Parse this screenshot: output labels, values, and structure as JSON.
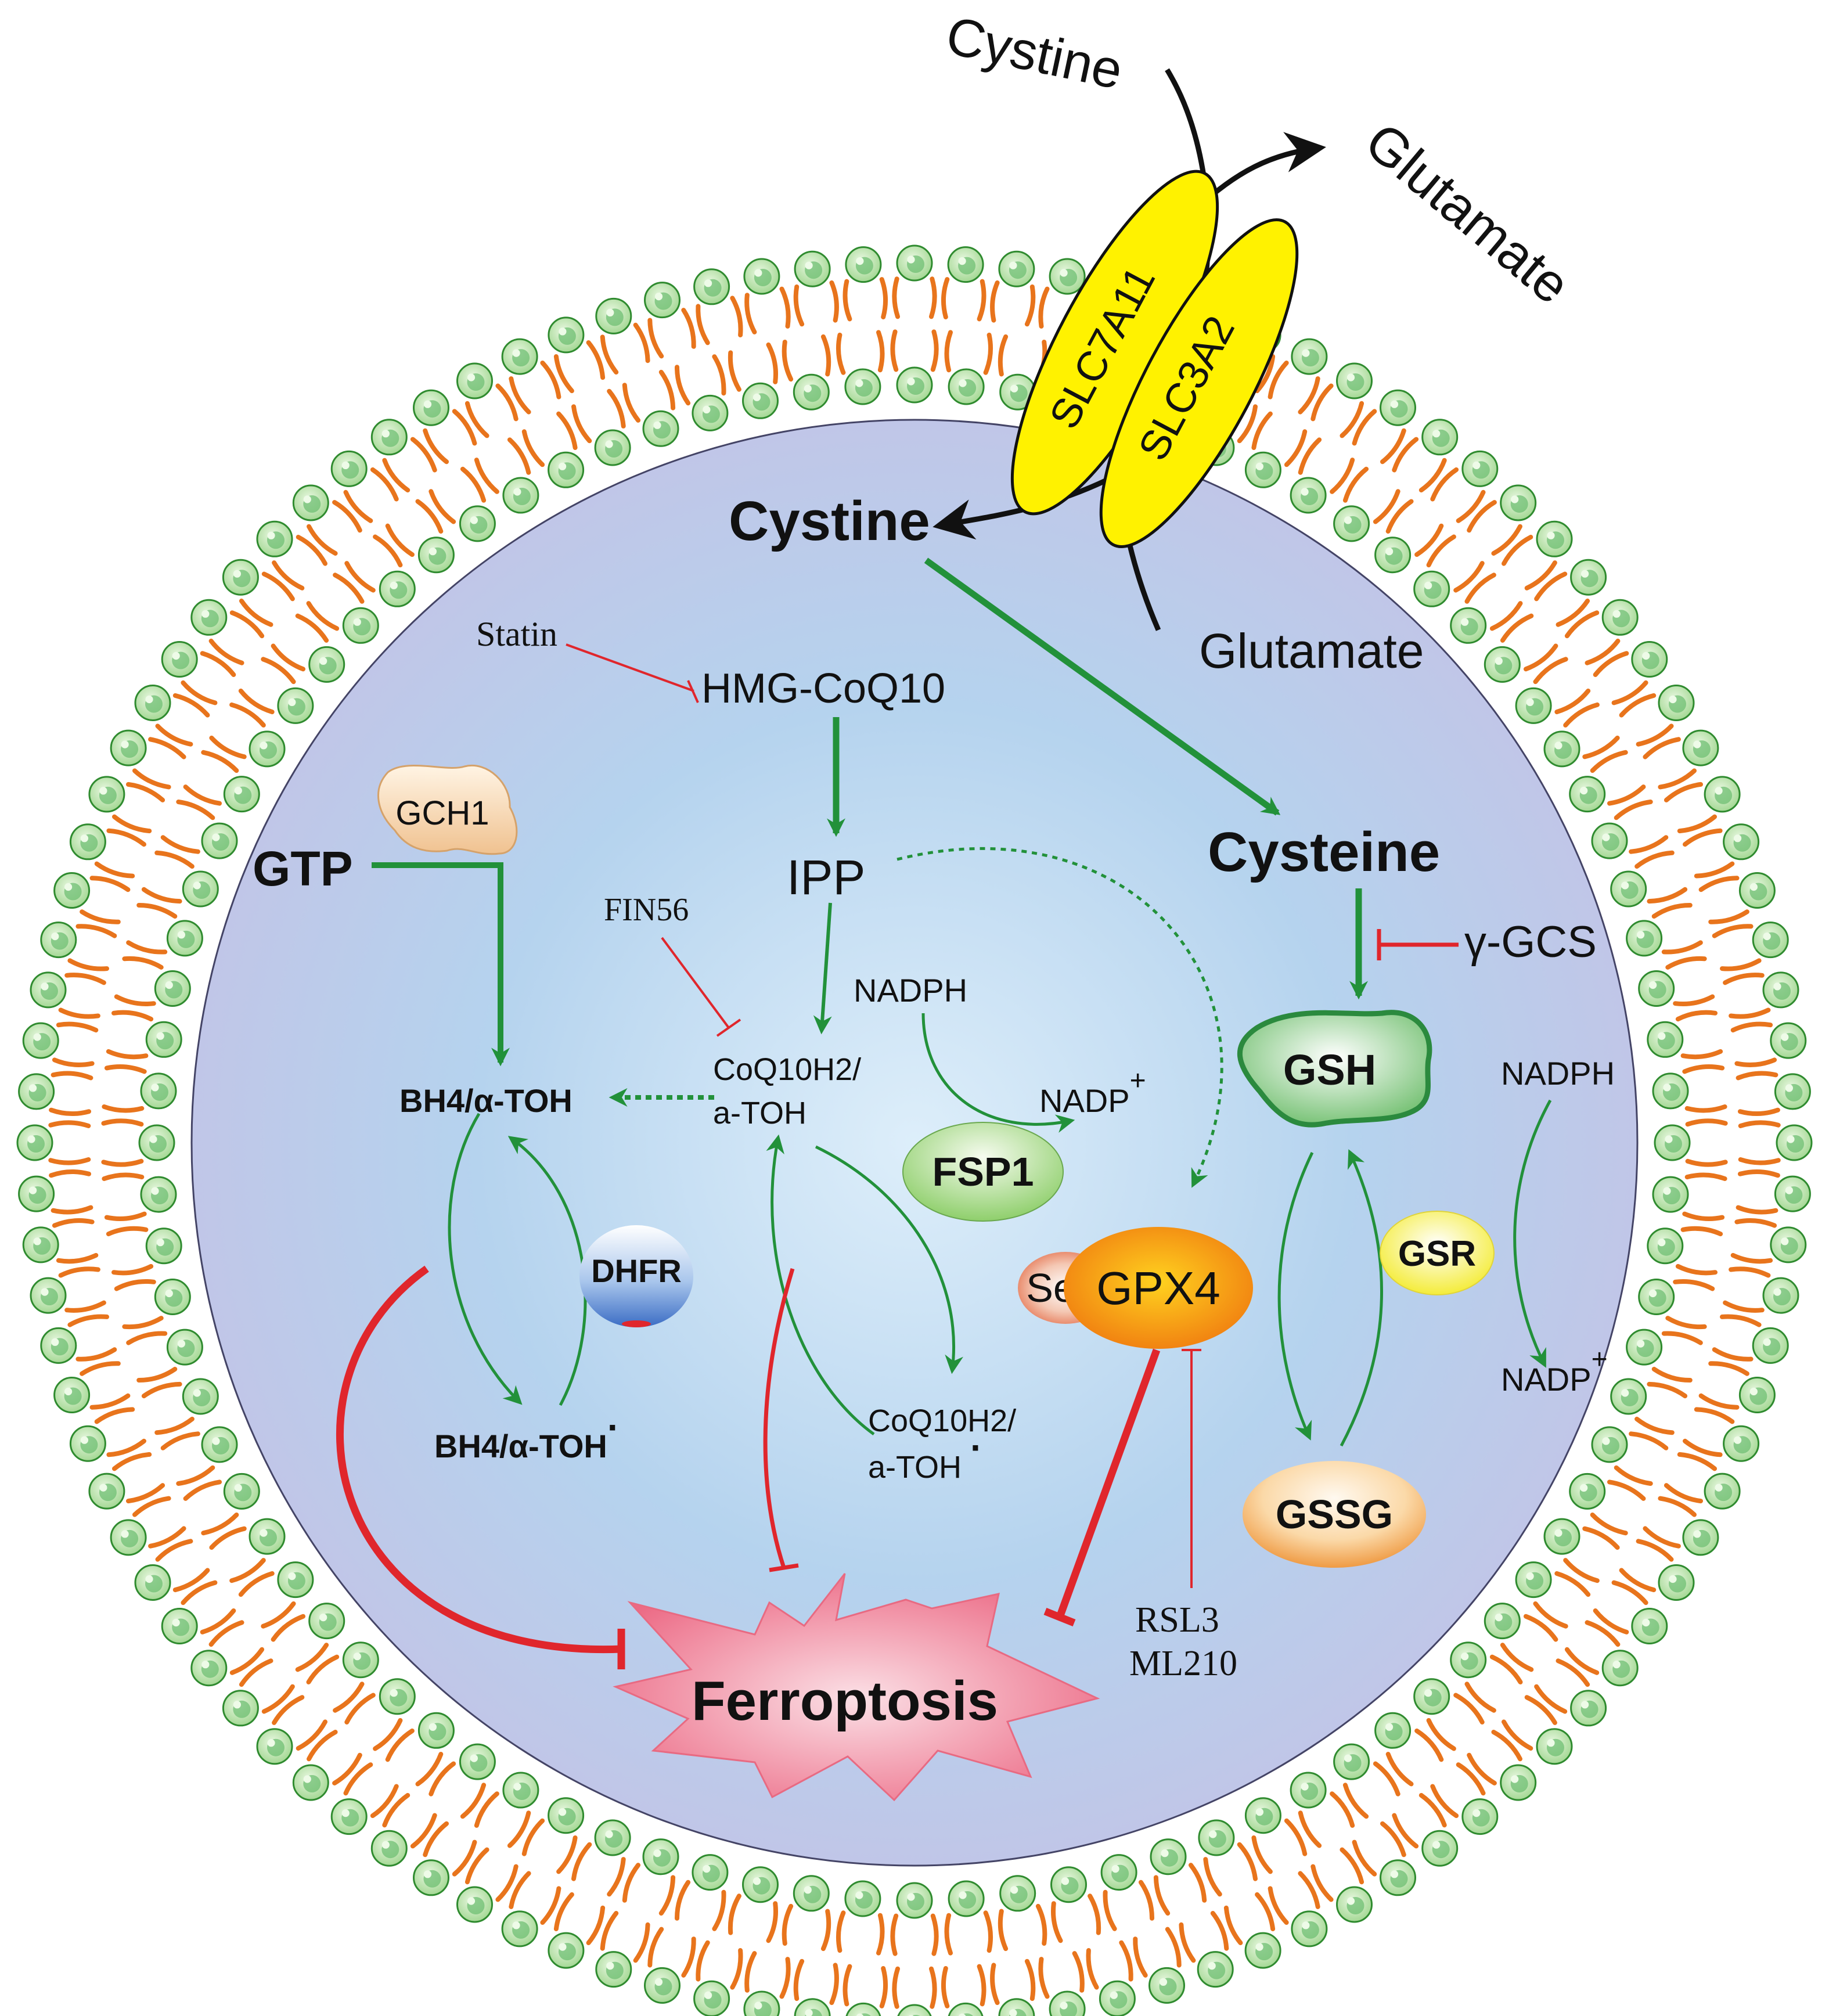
{
  "colors": {
    "membrane_bead": "#a9dc9a",
    "membrane_bead_stroke": "#2f8b2f",
    "membrane_tail": "#e8741c",
    "cell_fill_center": "#bfe0f2",
    "cell_fill_edge": "#c3c3e6",
    "activation": "#22913a",
    "inhibition": "#e0262c",
    "transporter": "#fff200",
    "ferroptosis": "#ef6e86"
  },
  "transport": {
    "cystine_out": "Cystine",
    "glutamate_out": "Glutamate",
    "slc7a11": "SLC7A11",
    "slc3a2": "SLC3A2",
    "cystine_in": "Cystine",
    "glutamate_in": "Glutamate"
  },
  "mevalonate": {
    "statin": "Statin",
    "hmg": "HMG-CoQ10",
    "ipp": "IPP",
    "fin56": "FIN56",
    "coq_reduced_1": "CoQ10H2/",
    "coq_reduced_2": "a-TOH",
    "coq_radical_1": "CoQ10H2/",
    "coq_radical_2": "a-TOH",
    "radical_dot": "·",
    "nadph": "NADPH",
    "nadp": "NADP",
    "plus": "+",
    "fsp1": "FSP1"
  },
  "gch1_axis": {
    "gch1": "GCH1",
    "gtp": "GTP",
    "bh4_reduced": "BH4/α-TOH",
    "bh4_radical": "BH4/α-TOH",
    "radical_dot": "·",
    "dhfr": "DHFR"
  },
  "gsh_axis": {
    "cysteine": "Cysteine",
    "gcs": "γ-GCS",
    "gsh": "GSH",
    "nadph": "NADPH",
    "nadp": "NADP",
    "plus": "+",
    "gsr": "GSR",
    "gssg": "GSSG",
    "se": "Se",
    "gpx4": "GPX4",
    "rsl3": "RSL3",
    "ml210": "ML210"
  },
  "outcome": {
    "ferroptosis": "Ferroptosis"
  }
}
